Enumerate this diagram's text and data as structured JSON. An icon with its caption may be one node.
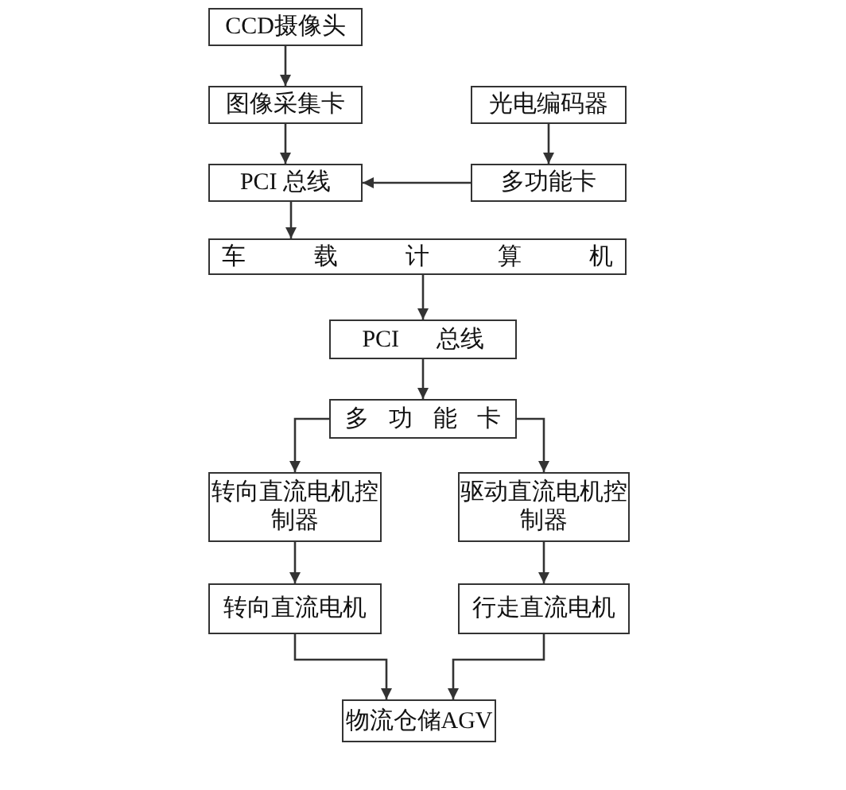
{
  "diagram": {
    "nodes": [
      {
        "text": [
          "CCD摄像头"
        ]
      },
      {
        "text": [
          "图像采集卡"
        ]
      },
      {
        "text": [
          "光电编码器"
        ]
      },
      {
        "text": [
          "PCI 总线"
        ]
      },
      {
        "text": [
          "多功能卡"
        ]
      },
      {
        "text": [
          "车 载 计 算 机"
        ]
      },
      {
        "text": [
          "PCI 总线"
        ]
      },
      {
        "text": [
          "多 功 能 卡"
        ]
      },
      {
        "text": [
          "转向直流电机控制器"
        ]
      },
      {
        "text": [
          "驱动直流电机控制器"
        ]
      },
      {
        "text": [
          "转向直流电机"
        ]
      },
      {
        "text": [
          "行走直流电机"
        ]
      },
      {
        "text": [
          "物流仓储AGV"
        ]
      }
    ],
    "edges": [
      {
        "from": 0,
        "to": 1,
        "arrow": "to"
      },
      {
        "from": 1,
        "to": 3,
        "arrow": "to"
      },
      {
        "from": 2,
        "to": 4,
        "arrow": "to"
      },
      {
        "from": 4,
        "to": 3,
        "arrow": "to"
      },
      {
        "from": 3,
        "to": 5,
        "arrow": "to"
      },
      {
        "from": 5,
        "to": 6,
        "arrow": "to"
      },
      {
        "from": 6,
        "to": 7,
        "arrow": "to"
      },
      {
        "from": 7,
        "to": 8,
        "arrow": "to"
      },
      {
        "from": 7,
        "to": 9,
        "arrow": "to"
      },
      {
        "from": 8,
        "to": 10,
        "arrow": "to"
      },
      {
        "from": 9,
        "to": 11,
        "arrow": "to"
      },
      {
        "from": 10,
        "to": 12,
        "arrow": "to"
      },
      {
        "from": 11,
        "to": 12,
        "arrow": "to"
      }
    ]
  }
}
